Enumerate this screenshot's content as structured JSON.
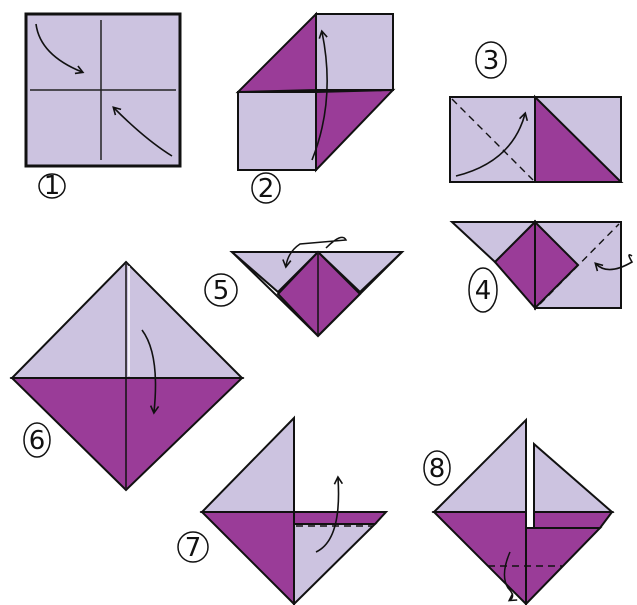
{
  "colors": {
    "paper_light": "#ccc3e0",
    "paper_dark": "#9a3c98",
    "outline": "#111111",
    "background": "#ffffff"
  },
  "steps": [
    {
      "number": "1"
    },
    {
      "number": "2"
    },
    {
      "number": "3"
    },
    {
      "number": "4"
    },
    {
      "number": "5"
    },
    {
      "number": "6"
    },
    {
      "number": "7"
    },
    {
      "number": "8"
    }
  ],
  "icons": [
    "arrow-icon",
    "circled-number-icon"
  ]
}
